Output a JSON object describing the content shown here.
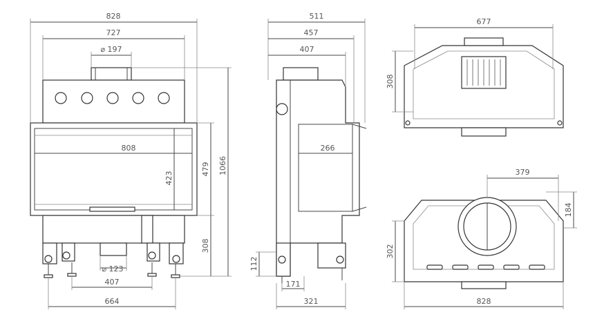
{
  "front_view": {
    "overall_width": "828",
    "top_width": "727",
    "flue_diameter": "⌀ 197",
    "glass_width": "808",
    "glass_height": "423",
    "body_height": "479",
    "total_height": "1066",
    "leg_height": "308",
    "inlet_diameter": "⌀ 123",
    "leg_spacing_inner": "407",
    "leg_spacing_outer": "664"
  },
  "side_view": {
    "overall_depth": "511",
    "depth_457": "457",
    "depth_407": "407",
    "glass_depth": "266",
    "foot_height": "112",
    "foot_offset": "171",
    "base_depth": "321"
  },
  "top_view": {
    "width": "677",
    "depth": "308"
  },
  "bottom_view": {
    "outlet_offset": "379",
    "outlet_depth": "184",
    "depth": "302",
    "width": "828"
  }
}
